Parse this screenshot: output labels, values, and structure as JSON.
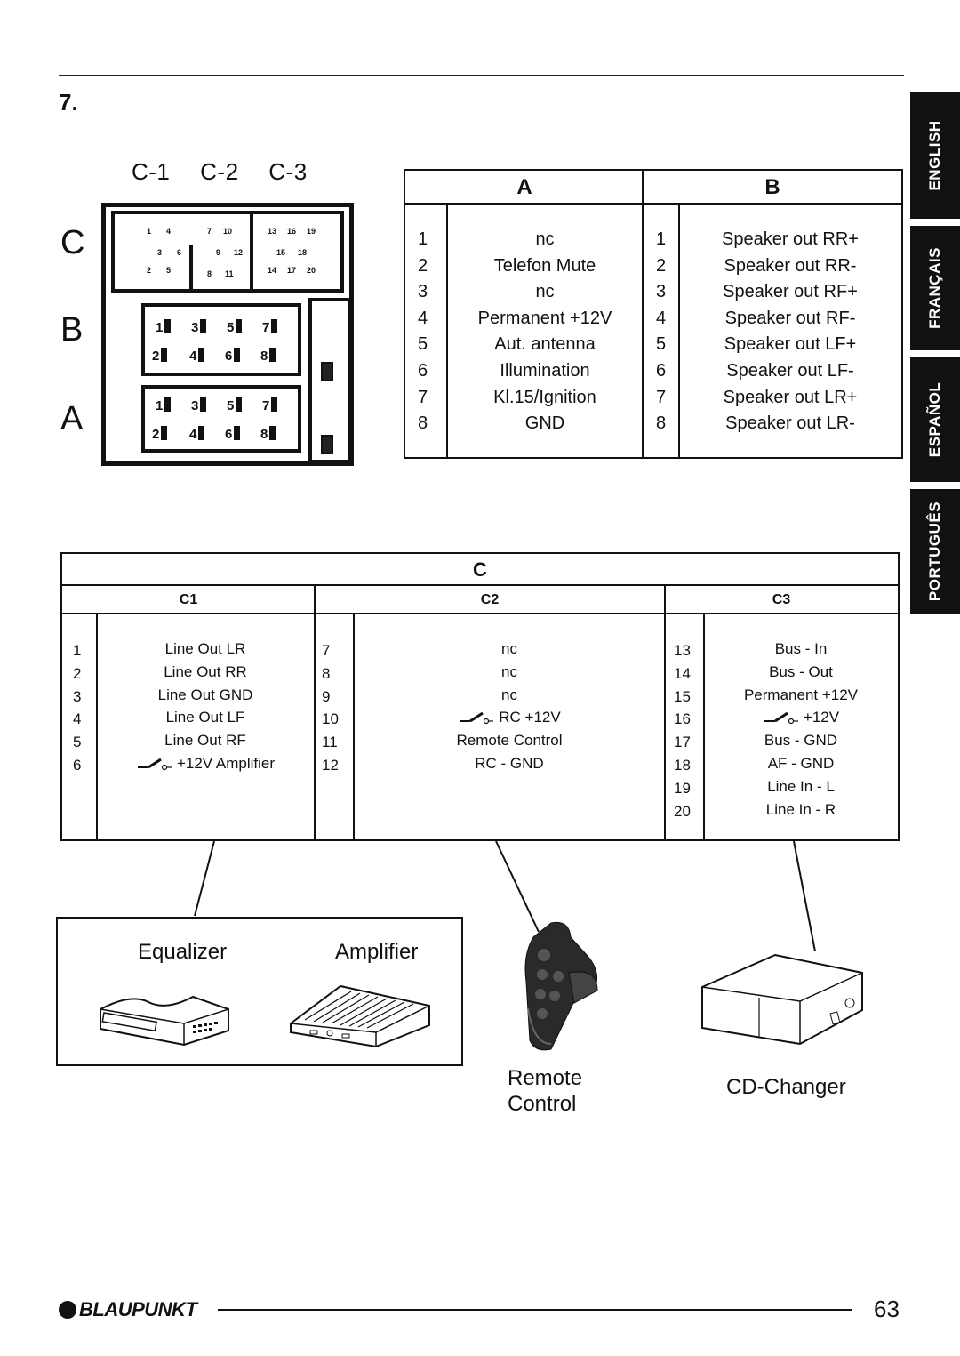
{
  "section_number": "7.",
  "connector": {
    "header_labels": [
      "C-1",
      "C-2",
      "C-3"
    ],
    "side_letters": [
      "C",
      "B",
      "A"
    ],
    "c1_pins": {
      "row1": [
        "1",
        "4"
      ],
      "row2": [
        "3",
        "6"
      ],
      "row3": [
        "2",
        "5"
      ]
    },
    "c2_pins": {
      "row1": [
        "7",
        "10"
      ],
      "row2": [
        "9",
        "12"
      ],
      "row3": [
        "8",
        "11"
      ]
    },
    "c3_pins": {
      "row1": [
        "13",
        "16",
        "19"
      ],
      "row2": [
        "15",
        "18"
      ],
      "row3": [
        "14",
        "17",
        "20"
      ]
    },
    "block_pins": {
      "top": [
        "1",
        "3",
        "5",
        "7"
      ],
      "bottom": [
        "2",
        "4",
        "6",
        "8"
      ]
    }
  },
  "language_tabs": [
    "ENGLISH",
    "FRANÇAIS",
    "ESPAÑOL",
    "PORTUGUÊS"
  ],
  "table_ab": {
    "header_a": "A",
    "header_b": "B",
    "rows_a": [
      {
        "pin": "1",
        "label": "nc"
      },
      {
        "pin": "2",
        "label": "Telefon Mute"
      },
      {
        "pin": "3",
        "label": "nc"
      },
      {
        "pin": "4",
        "label": "Permanent +12V"
      },
      {
        "pin": "5",
        "label": "Aut. antenna"
      },
      {
        "pin": "6",
        "label": "Illumination"
      },
      {
        "pin": "7",
        "label": "Kl.15/Ignition"
      },
      {
        "pin": "8",
        "label": "GND"
      }
    ],
    "rows_b": [
      {
        "pin": "1",
        "label": "Speaker out RR+"
      },
      {
        "pin": "2",
        "label": "Speaker out RR-"
      },
      {
        "pin": "3",
        "label": "Speaker out RF+"
      },
      {
        "pin": "4",
        "label": "Speaker out RF-"
      },
      {
        "pin": "5",
        "label": "Speaker out LF+"
      },
      {
        "pin": "6",
        "label": "Speaker out LF-"
      },
      {
        "pin": "7",
        "label": "Speaker out LR+"
      },
      {
        "pin": "8",
        "label": "Speaker out LR-"
      }
    ]
  },
  "table_c": {
    "title": "C",
    "sub_headers": [
      "C1",
      "C2",
      "C3"
    ],
    "c1_rows": [
      {
        "pin": "1",
        "label": "Line Out LR"
      },
      {
        "pin": "2",
        "label": "Line Out RR"
      },
      {
        "pin": "3",
        "label": "Line Out GND"
      },
      {
        "pin": "4",
        "label": "Line Out LF"
      },
      {
        "pin": "5",
        "label": "Line Out RF"
      },
      {
        "pin": "6",
        "label": "+12V Amplifier",
        "switch_icon": true
      }
    ],
    "c2_rows": [
      {
        "pin": "7",
        "label": "nc"
      },
      {
        "pin": "8",
        "label": "nc"
      },
      {
        "pin": "9",
        "label": "nc"
      },
      {
        "pin": "10",
        "label": "RC +12V",
        "switch_icon": true
      },
      {
        "pin": "11",
        "label": "Remote Control"
      },
      {
        "pin": "12",
        "label": "RC - GND"
      }
    ],
    "c3_rows": [
      {
        "pin": "13",
        "label": "Bus - In"
      },
      {
        "pin": "14",
        "label": "Bus - Out"
      },
      {
        "pin": "15",
        "label": "Permanent +12V"
      },
      {
        "pin": "16",
        "label": "+12V",
        "switch_icon": true
      },
      {
        "pin": "17",
        "label": "Bus - GND"
      },
      {
        "pin": "18",
        "label": "AF - GND"
      },
      {
        "pin": "19",
        "label": "Line In - L"
      },
      {
        "pin": "20",
        "label": "Line In - R"
      }
    ]
  },
  "devices": {
    "equalizer": "Equalizer",
    "amplifier": "Amplifier",
    "remote_line1": "Remote",
    "remote_line2": "Control",
    "cd_changer": "CD-Changer"
  },
  "footer": {
    "brand": "BLAUPUNKT",
    "page_number": "63"
  },
  "icons": [
    "switch-icon",
    "equalizer-device-icon",
    "amplifier-device-icon",
    "remote-control-icon",
    "cd-changer-icon",
    "brand-logo-dot-icon"
  ]
}
